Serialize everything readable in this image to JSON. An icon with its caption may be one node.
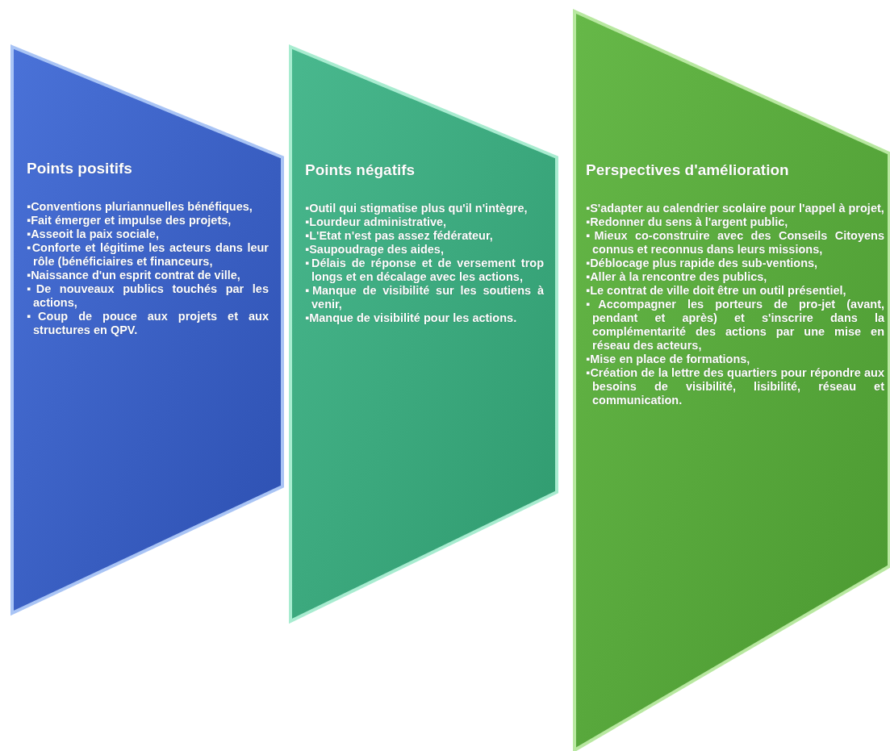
{
  "diagram": {
    "nodes": [
      {
        "text": [
          "Points positifs",
          "▪Conventions pluriannuelles bénéfiques,",
          "▪Fait émerger et impulse des projets,",
          "▪Asseoit la paix sociale,",
          "▪Conforte et légitime les acteurs dans leur rôle (bénéficiaires et financeurs,",
          "▪Naissance d'un esprit contrat de ville,",
          "▪De nouveaux publics touchés par les actions,",
          "▪Coup de pouce aux projets et aux structures en QPV."
        ]
      },
      {
        "text": [
          "Points négatifs",
          "▪Outil qui stigmatise plus qu'il n'intègre,",
          "▪Lourdeur administrative,",
          "▪L'Etat n'est pas assez fédérateur,",
          "▪Saupoudrage des aides,",
          "▪Délais de réponse et de versement trop longs et en décalage avec les actions,",
          "▪Manque de visibilité sur les soutiens à venir,",
          "▪Manque de visibilité pour les actions."
        ]
      },
      {
        "text": [
          "Perspectives d'amélioration",
          "▪S'adapter au calendrier scolaire pour l'appel à projet,",
          "▪Redonner du sens à l'argent public,",
          "▪Mieux co-construire avec des Conseils Citoyens connus et reconnus dans leurs missions,",
          "▪Déblocage plus rapide des sub-ventions,",
          "▪Aller à la rencontre des publics,",
          "▪Le contrat de ville doit être un outil présentiel,",
          "▪Accompagner les porteurs de pro-jet (avant, pendant et après) et s'inscrire dans la complémentarité des actions par une mise en réseau des acteurs,",
          "▪Mise en place de formations,",
          "▪Création de la lettre des quartiers pour répondre aux besoins de visibilité, lisibilité, réseau et communication."
        ]
      }
    ]
  }
}
